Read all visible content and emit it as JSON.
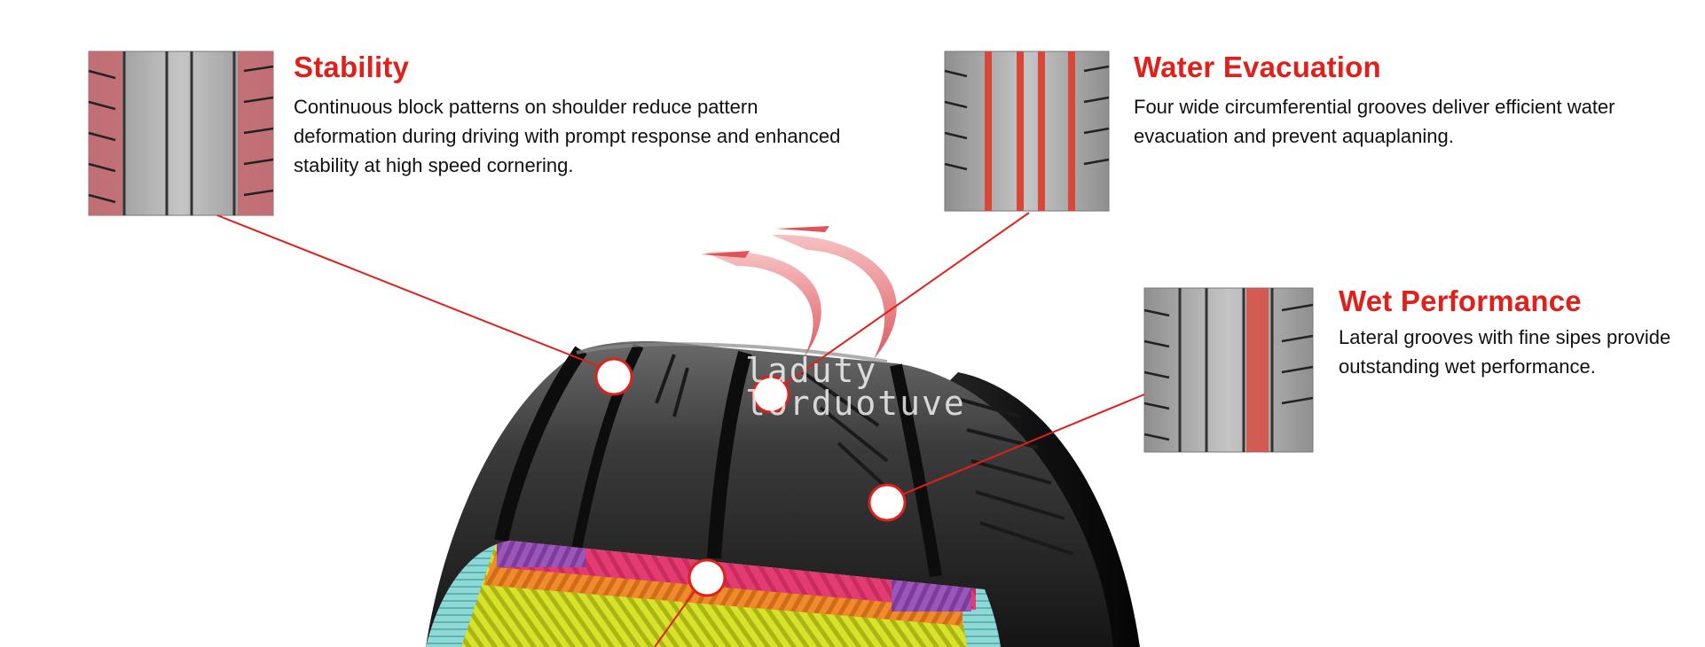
{
  "callouts": {
    "stability": {
      "title": "Stability",
      "description": "Continuous block patterns on shoulder reduce pattern deformation during driving with prompt response and enhanced stability at high speed cornering."
    },
    "water_evacuation": {
      "title": "Water Evacuation",
      "description": "Four wide circumferential grooves deliver efficient water evacuation and prevent aquaplaning."
    },
    "wet_performance": {
      "title": "Wet Performance",
      "description": "Lateral grooves with fine sipes provide outstanding wet performance."
    }
  },
  "watermark": {
    "line1": "laduty",
    "line2": "lorduotuve"
  },
  "colors": {
    "accent": "#e0201b",
    "tread": "#3a3a3a",
    "callout_highlight": "#d9463a",
    "belt_pink": "#e23c72",
    "belt_orange": "#f08a2c",
    "belt_yellow": "#d8e22a",
    "belt_cyan": "#7fd2d0",
    "belt_purple": "#9a56b8"
  }
}
